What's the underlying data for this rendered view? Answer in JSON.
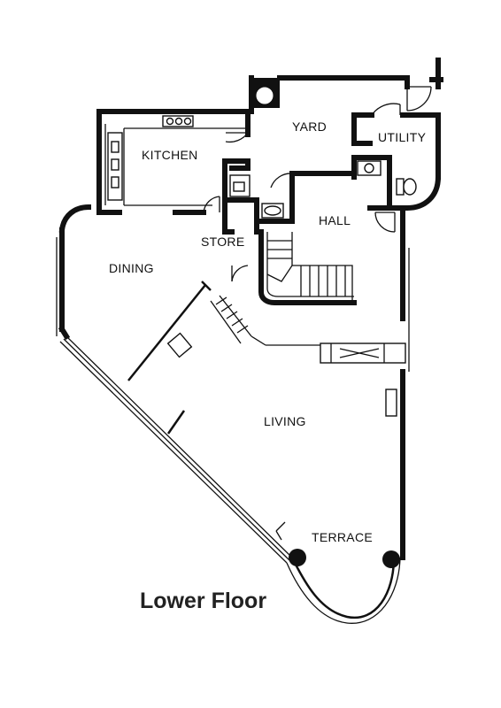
{
  "title": "Lower Floor",
  "rooms": {
    "yard": "YARD",
    "utility": "UTILITY",
    "kitchen": "KITCHEN",
    "hall": "HALL",
    "store": "STORE",
    "dining": "DINING",
    "living": "LIVING",
    "terrace": "TERRACE"
  }
}
